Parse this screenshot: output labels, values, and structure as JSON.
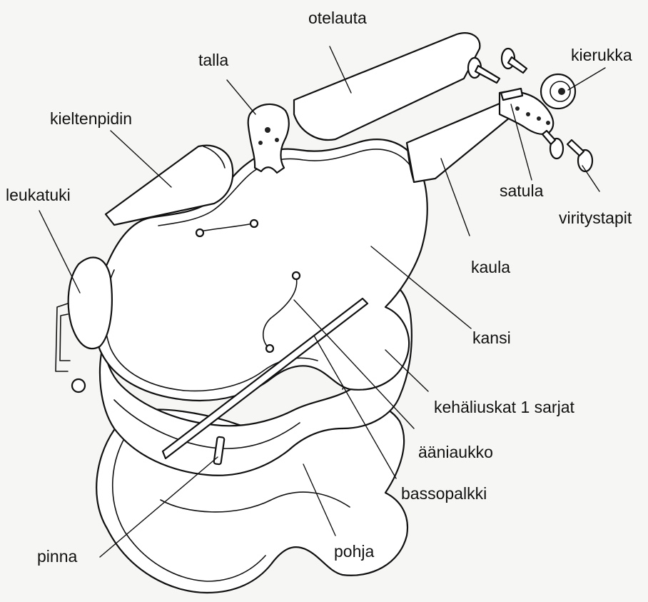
{
  "labels": {
    "otelauta": "otelauta",
    "talla": "talla",
    "kierukka": "kierukka",
    "kieltenpidin": "kieltenpidin",
    "leukatuki": "leukatuki",
    "satula": "satula",
    "viritystapit": "viritystapit",
    "kaula": "kaula",
    "kansi": "kansi",
    "kehaliuskat": "kehäliuskat 1 sarjat",
    "aaniaukko": "ääniaukko",
    "bassopalkki": "bassopalkki",
    "pinna": "pinna",
    "pohja": "pohja"
  },
  "colors": {
    "line": "#111111",
    "paper": "#f6f6f4",
    "part_fill": "#ffffff"
  }
}
